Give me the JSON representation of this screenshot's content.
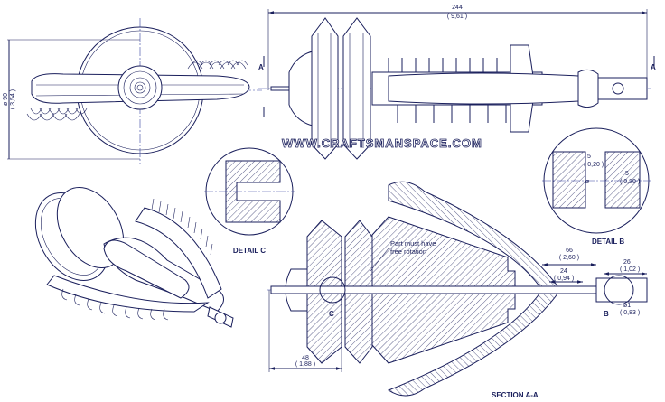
{
  "watermark": "WWW.CRAFTSMANSPACE.COM",
  "dimensions": {
    "overall_length": "244",
    "overall_length_in": "( 9,61 )",
    "diameter": "ø 90",
    "diameter_in": "( 3,54 )",
    "inner_diam": "ø",
    "gap_5": "5",
    "gap_5_in": "( 0,20 )",
    "gap_5b": "5",
    "gap_5b_in": "( 0,20 )",
    "d66": "66",
    "d66_in": "( 2,60 )",
    "d24": "24",
    "d24_in": "( 0,94 )",
    "d26": "26",
    "d26_in": "( 1,02 )",
    "d21": "ø1",
    "d21_in": "( 0,83 )",
    "d48": "48",
    "d48_in": "( 1,88 )"
  },
  "labels": {
    "section_a_top": "A",
    "section_a_right": "A",
    "detail_c": "DETAIL C",
    "detail_b": "DETAIL B",
    "section_aa": "SECTION A-A",
    "callout_b": "B",
    "callout_c": "C",
    "note_line1": "Part must have",
    "note_line2": "free rotation"
  },
  "colors": {
    "ink": "#1a1f5c",
    "background": "#ffffff"
  }
}
